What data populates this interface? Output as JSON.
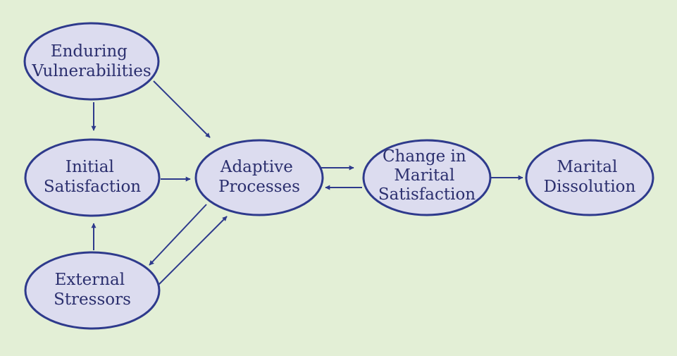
{
  "colors": {
    "background": "#e3efd6",
    "node_fill": "#dcdcef",
    "node_stroke": "#2e3a8c",
    "arrow": "#2e3a8c",
    "text": "#2b2f6e"
  },
  "nodes": {
    "enduring": {
      "line1": "Enduring",
      "line2": "Vulnerabilities"
    },
    "initial": {
      "line1": "Initial",
      "line2": "Satisfaction"
    },
    "external": {
      "line1": "External",
      "line2": "Stressors"
    },
    "adaptive": {
      "line1": "Adaptive",
      "line2": "Processes"
    },
    "change": {
      "line1": "Change in",
      "line2": "Marital",
      "line3": "Satisfaction"
    },
    "dissolution": {
      "line1": "Marital",
      "line2": "Dissolution"
    }
  }
}
